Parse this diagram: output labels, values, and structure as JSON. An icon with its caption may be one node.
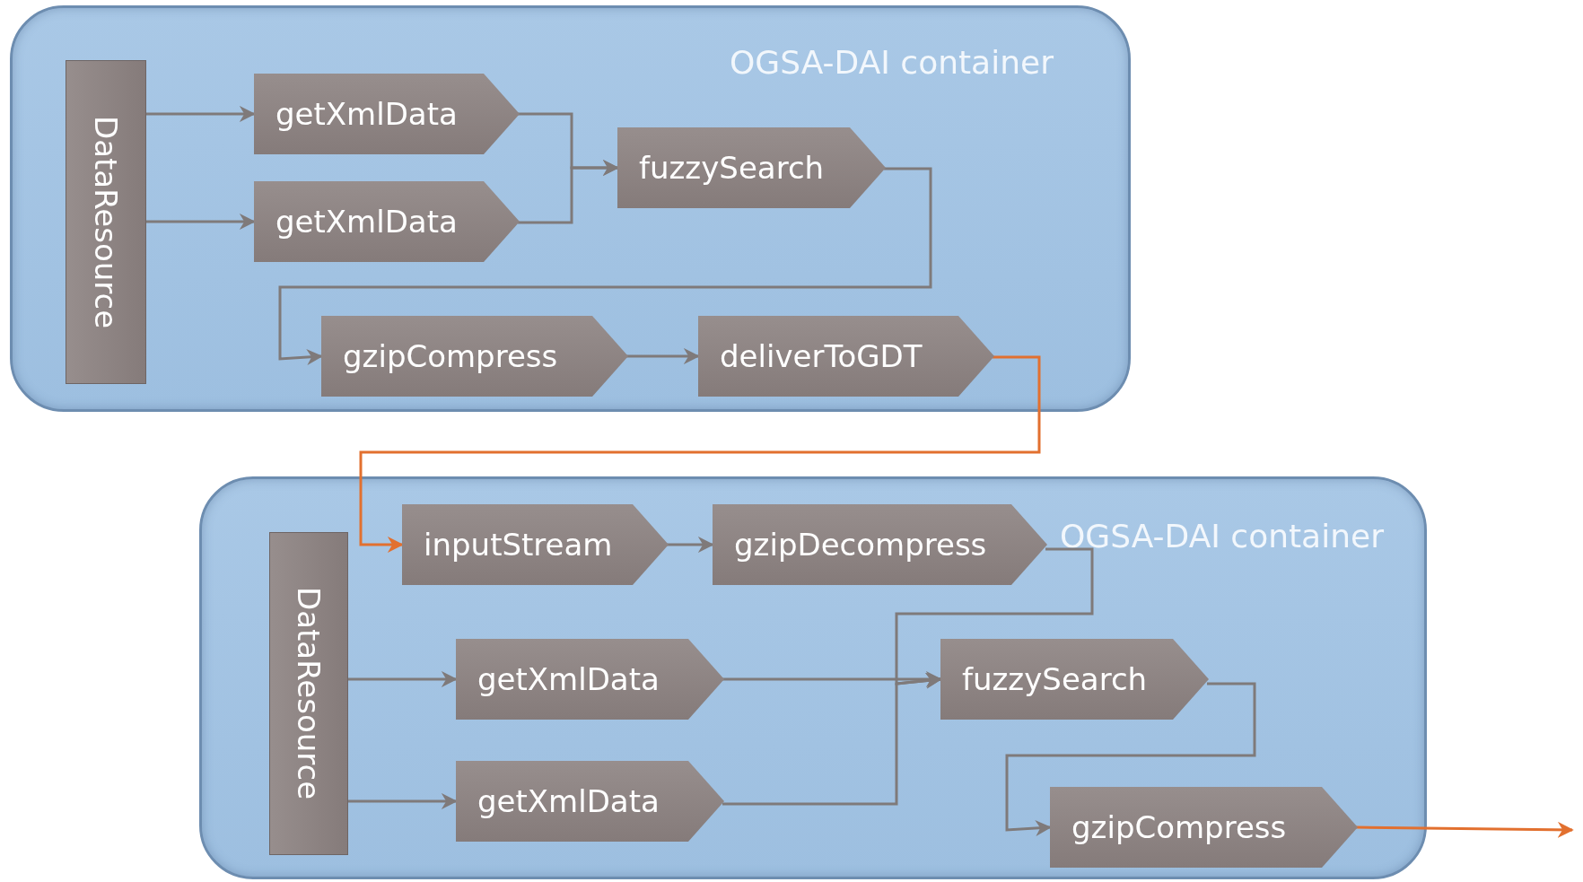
{
  "diagram": {
    "nodes": [
      {
        "text": [
          "OGSA-DAI container"
        ]
      },
      {
        "text": [
          "DataResource"
        ],
        "in": 0
      },
      {
        "text": [
          "getXmlData"
        ],
        "in": 0
      },
      {
        "text": [
          "getXmlData"
        ],
        "in": 0
      },
      {
        "text": [
          "fuzzySearch"
        ],
        "in": 0
      },
      {
        "text": [
          "gzipCompress"
        ],
        "in": 0
      },
      {
        "text": [
          "deliverToGDT"
        ],
        "in": 0
      },
      {
        "text": [
          "OGSA-DAI container"
        ]
      },
      {
        "text": [
          "inputStream"
        ],
        "in": 7
      },
      {
        "text": [
          "gzipDecompress"
        ],
        "in": 7
      },
      {
        "text": [
          "DataResource"
        ],
        "in": 7
      },
      {
        "text": [
          "getXmlData"
        ],
        "in": 7
      },
      {
        "text": [
          "getXmlData"
        ],
        "in": 7
      },
      {
        "text": [
          "fuzzySearch"
        ],
        "in": 7
      },
      {
        "text": [
          "gzipCompress"
        ],
        "in": 7
      }
    ],
    "edges": [
      {
        "from": 1,
        "to": 2,
        "arrow": "to"
      },
      {
        "from": 1,
        "to": 3,
        "arrow": "to"
      },
      {
        "from": 2,
        "to": 4,
        "arrow": "to"
      },
      {
        "from": 3,
        "to": 4,
        "arrow": "to"
      },
      {
        "from": 4,
        "to": 5,
        "arrow": "to"
      },
      {
        "from": 5,
        "to": 6,
        "arrow": "to"
      },
      {
        "from": 6,
        "to": 8,
        "arrow": "to",
        "color": "#e2702f"
      },
      {
        "from": 8,
        "to": 9,
        "arrow": "to"
      },
      {
        "from": 9,
        "to": 13,
        "arrow": "to"
      },
      {
        "from": 10,
        "to": 11,
        "arrow": "to"
      },
      {
        "from": 10,
        "to": 12,
        "arrow": "to"
      },
      {
        "from": 11,
        "to": 13,
        "arrow": "to"
      },
      {
        "from": 12,
        "to": 13,
        "arrow": "to"
      },
      {
        "from": 13,
        "to": 14,
        "arrow": "to"
      },
      {
        "from": 14,
        "to": null,
        "arrow": "to",
        "color": "#e2702f"
      }
    ]
  }
}
